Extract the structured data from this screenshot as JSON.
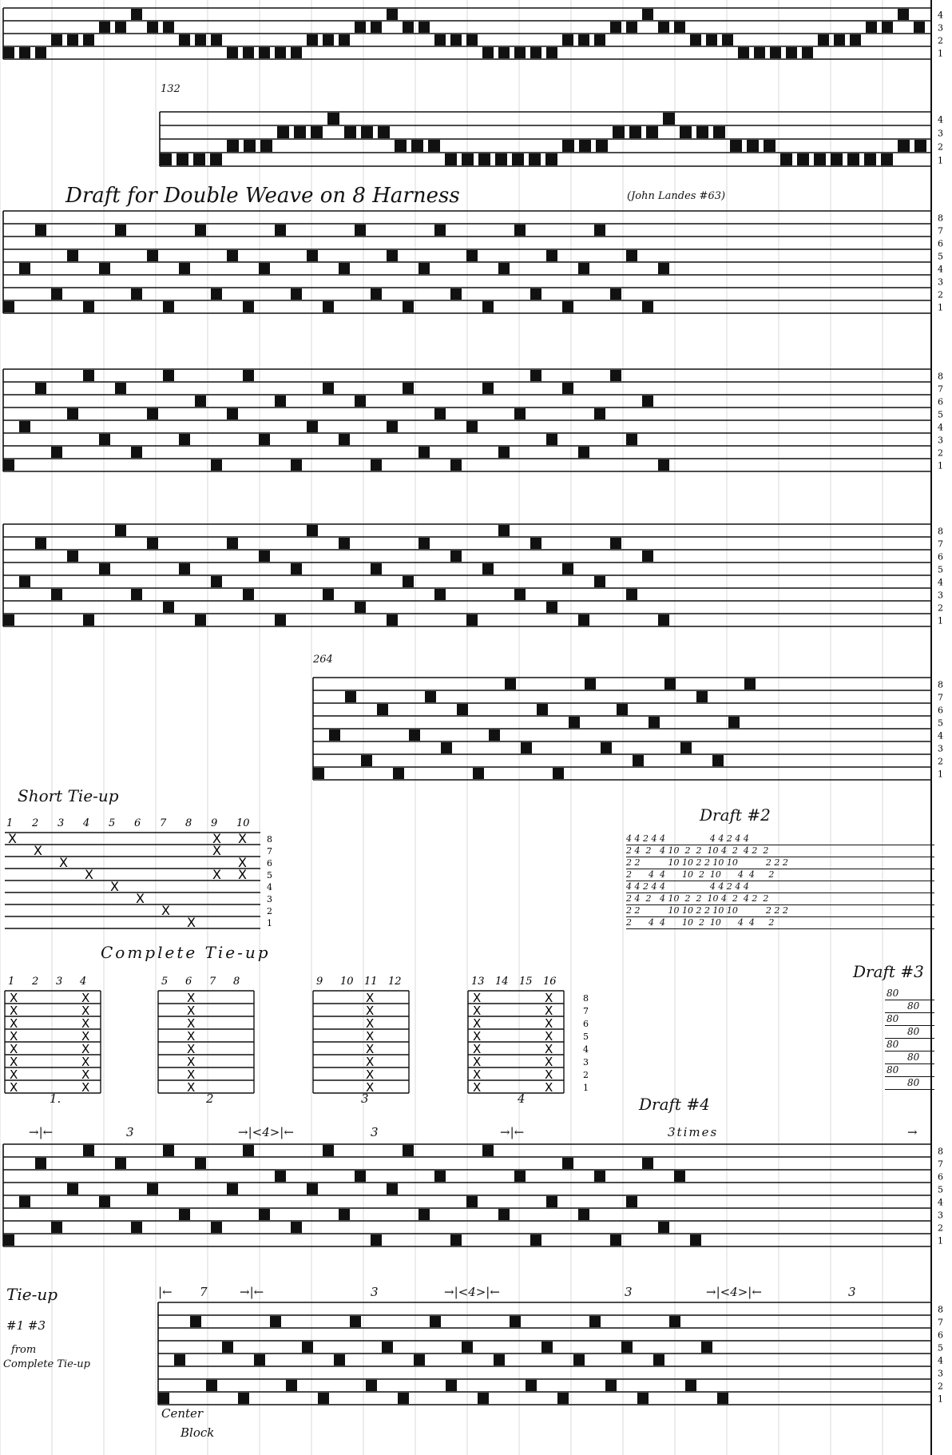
{
  "page": {
    "title": "Draft for Double Weave on 8 Harness",
    "source": "(John Landes #63)"
  },
  "drafts": [
    {
      "id": "draft-top-4h",
      "label": "",
      "harness": 4
    },
    {
      "id": "draft-132",
      "label": "132",
      "harness": 4
    },
    {
      "id": "draft-8h-a",
      "label": "",
      "harness": 8
    },
    {
      "id": "draft-8h-b",
      "label": "",
      "harness": 8
    },
    {
      "id": "draft-8h-c",
      "label": "",
      "harness": 8
    },
    {
      "id": "draft-264",
      "label": "264",
      "harness": 8
    },
    {
      "id": "draft-4",
      "label": "Draft #4",
      "harness": 8
    },
    {
      "id": "draft-bottom",
      "label": "",
      "harness": 8
    }
  ],
  "short_tieup": {
    "label": "Short Tie-up",
    "columns": [
      "1",
      "2",
      "3",
      "4",
      "5",
      "6",
      "7",
      "8",
      "9",
      "10"
    ],
    "rows": [
      "8",
      "7",
      "6",
      "5",
      "4",
      "3",
      "2",
      "1"
    ],
    "marks": [
      [
        1,
        8
      ],
      [
        2,
        7
      ],
      [
        3,
        6
      ],
      [
        4,
        5
      ],
      [
        5,
        4
      ],
      [
        6,
        3
      ],
      [
        7,
        2
      ],
      [
        8,
        1
      ],
      [
        9,
        8
      ],
      [
        9,
        7
      ],
      [
        9,
        5
      ],
      [
        10,
        8
      ],
      [
        10,
        6
      ],
      [
        10,
        5
      ]
    ]
  },
  "complete_tieup": {
    "label": "Complete Tie-up",
    "groups": [
      {
        "name": "1.",
        "columns": [
          "1",
          "2",
          "3",
          "4"
        ]
      },
      {
        "name": "2",
        "columns": [
          "5",
          "6",
          "7",
          "8"
        ]
      },
      {
        "name": "3",
        "columns": [
          "9",
          "10",
          "11",
          "12"
        ]
      },
      {
        "name": "4",
        "columns": [
          "13",
          "14",
          "15",
          "16"
        ]
      }
    ],
    "row_numbers": [
      "8",
      "7",
      "6",
      "5",
      "4",
      "3",
      "2",
      "1"
    ]
  },
  "draft2": {
    "label": "Draft #2",
    "rows": [
      "4 4 2 4 4                4 4 2 4 4",
      "2 4  2   4 10  2  2  10 4  2  4 2  2",
      "2 2          10 10 2 2 10 10          2 2 2",
      "2      4  4      10  2  10      4  4     2",
      "4 4 2 4 4                4 4 2 4 4",
      "2 4  2   4 10  2  2  10 4  2  4 2  2",
      "2 2          10 10 2 2 10 10          2 2 2",
      "2      4  4      10  2  10      4  4     2"
    ]
  },
  "draft3": {
    "label": "Draft #3",
    "values": [
      "80",
      "80",
      "80",
      "80",
      "80",
      "80",
      "80",
      "80"
    ]
  },
  "draft4_annotations": {
    "marks": [
      "→|←",
      "3",
      "→|<4>|←",
      "3",
      "→|←",
      "3times",
      "→"
    ]
  },
  "bottom_annotations": {
    "marks": [
      "|←",
      "7",
      "→|←",
      "3",
      "→|<4>|←",
      "3",
      "→|<4>|←",
      "3"
    ],
    "side_note_1": "Tie-up",
    "side_note_2": "#1  #3",
    "side_note_3": "from",
    "side_note_4": "Complete Tie-up",
    "center_block": "Center",
    "center_block_2": "Block"
  }
}
